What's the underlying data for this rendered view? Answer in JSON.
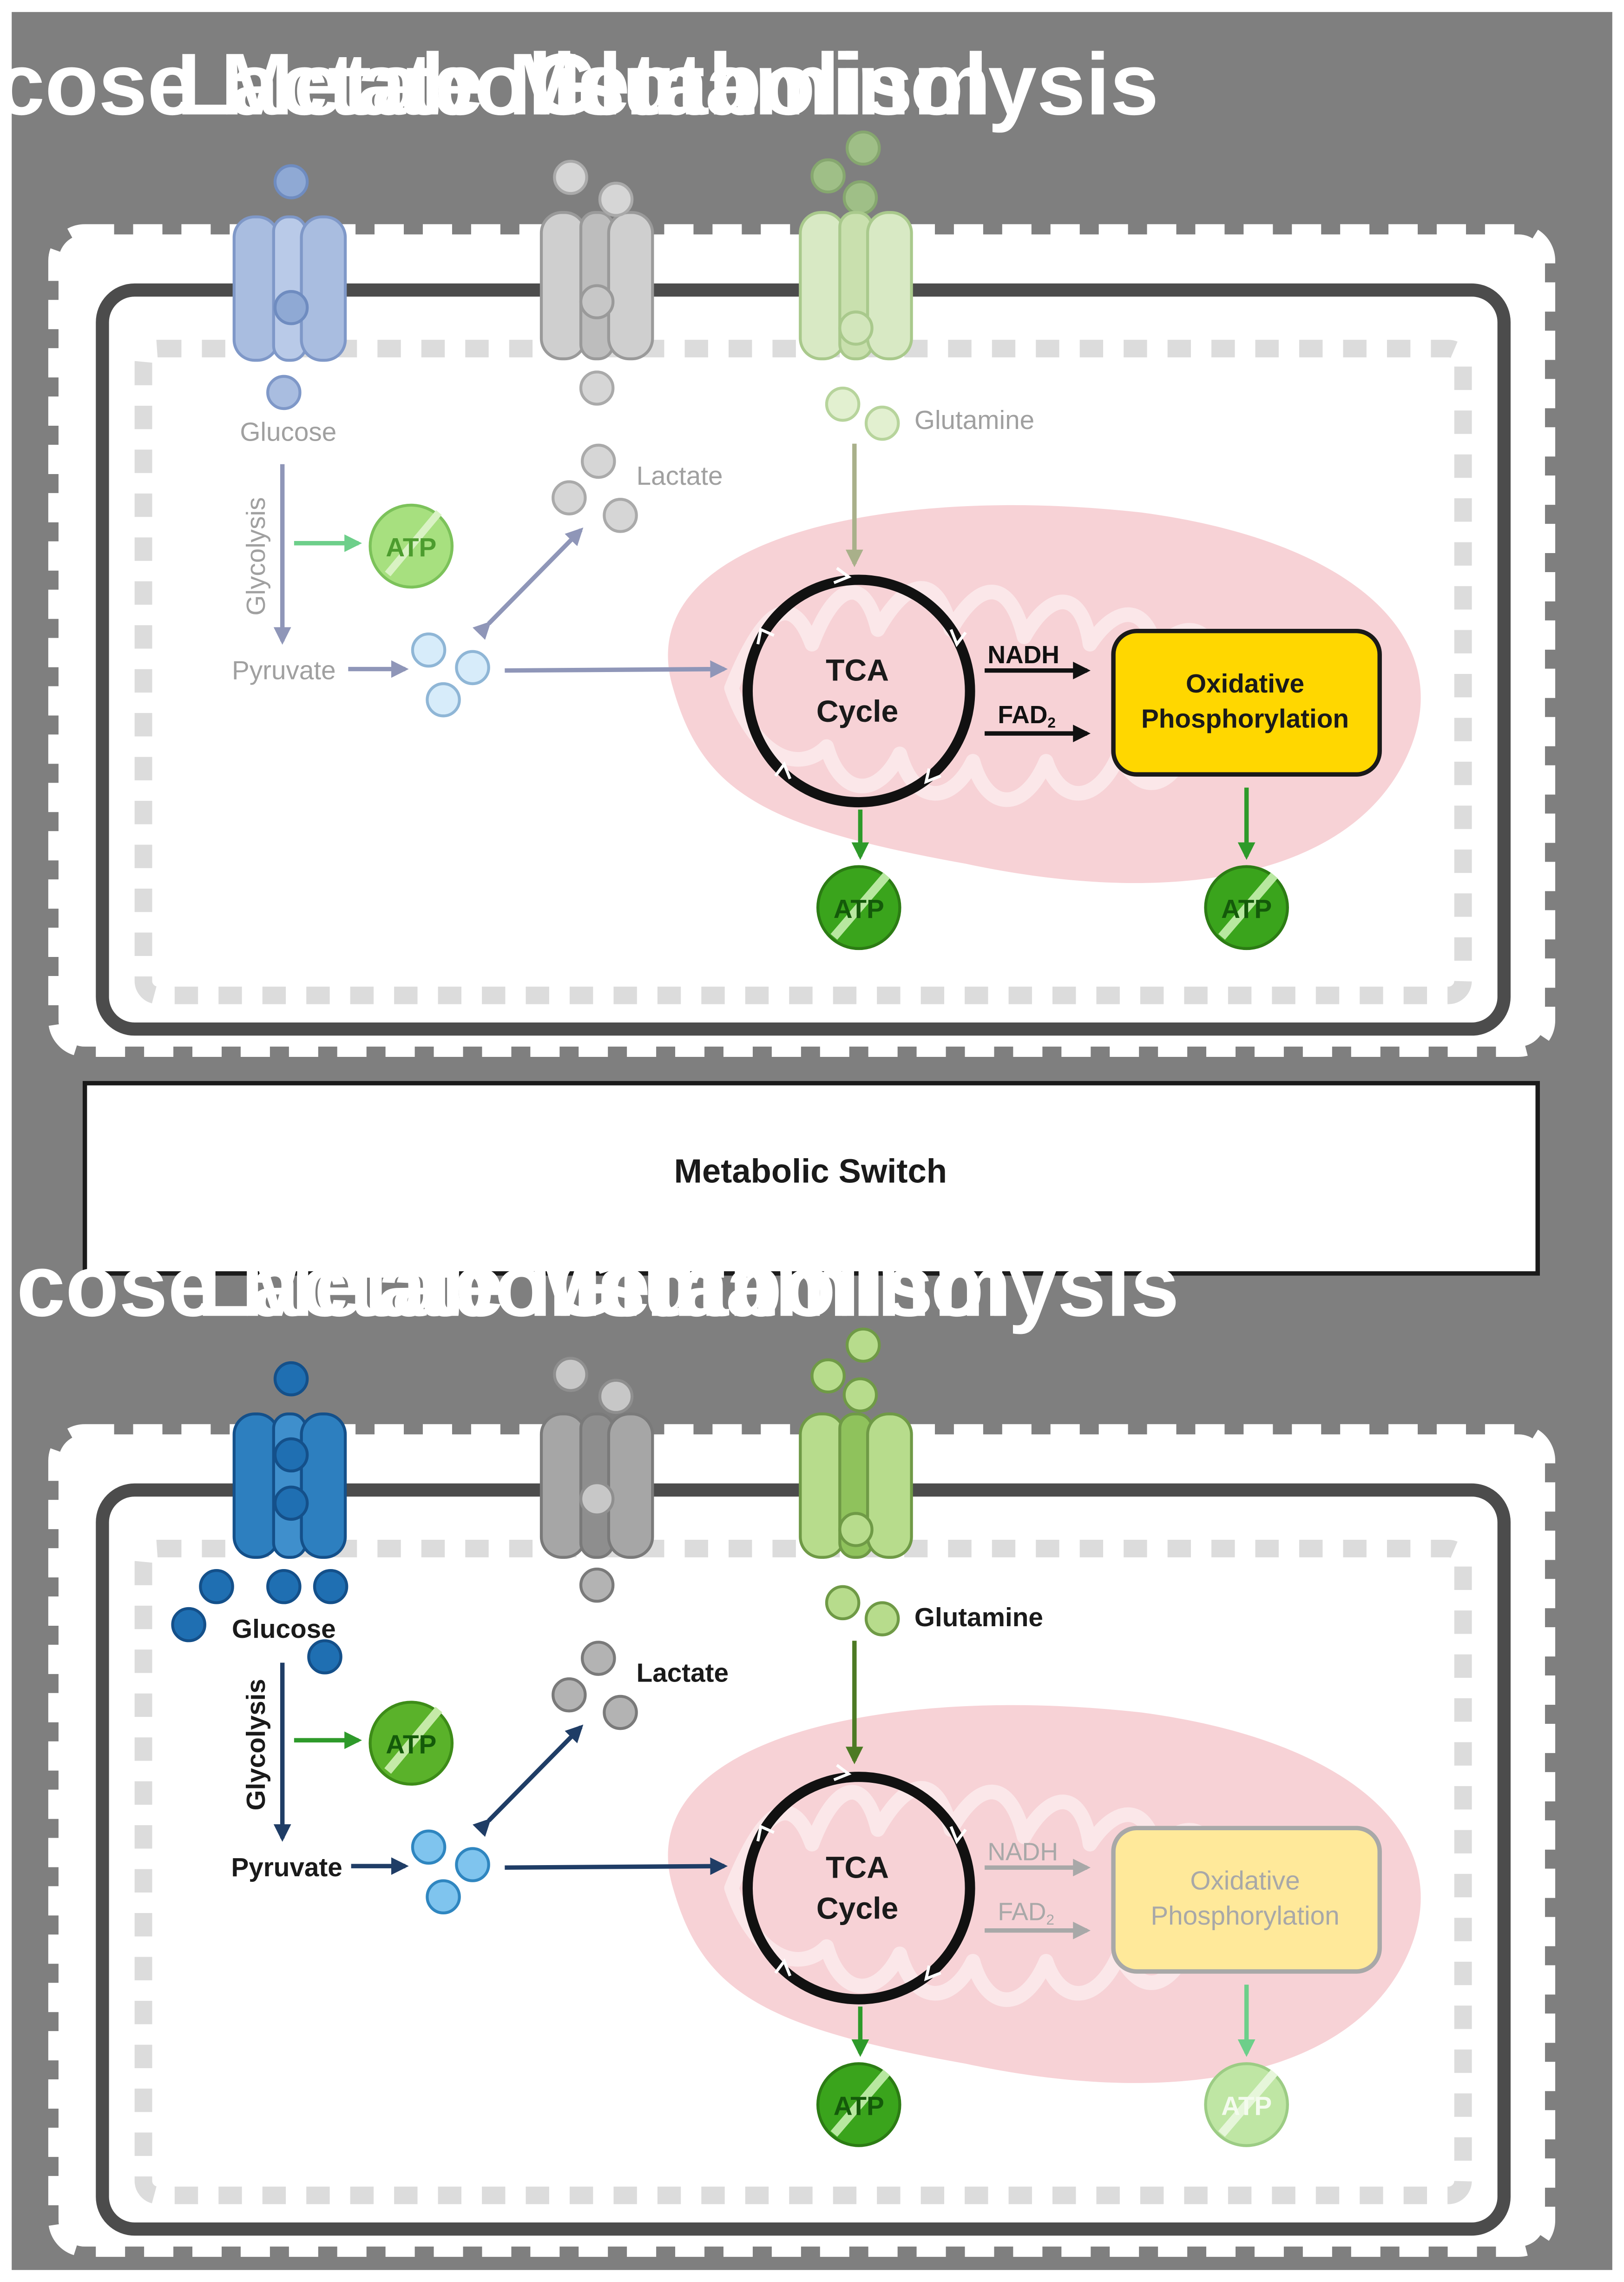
{
  "switch_label": "Metabolic Switch",
  "top": {
    "headers": [
      "Glucose Metabolism",
      "Lactate Metabolism",
      "Glutaminolysis"
    ],
    "glucose": "Glucose",
    "glycolysis": "Glycolysis",
    "pyruvate": "Pyruvate",
    "lactate": "Lactate",
    "glutamine": "Glutamine",
    "tca_line1": "TCA",
    "tca_line2": "Cycle",
    "nadh": "NADH",
    "fad": "FAD",
    "fad_sub": "2",
    "oxphos_line1": "Oxidative",
    "oxphos_line2": "Phosphorylation",
    "atp": "ATP"
  },
  "bottom": {
    "headers": [
      "Glucose Metabolism",
      "Lactate Metabolism",
      "Glutaminolysis"
    ],
    "glucose": "Glucose",
    "glycolysis": "Glycolysis",
    "pyruvate": "Pyruvate",
    "lactate": "Lactate",
    "glutamine": "Glutamine",
    "tca_line1": "TCA",
    "tca_line2": "Cycle",
    "nadh": "NADH",
    "fad": "FAD",
    "fad_sub": "2",
    "oxphos_line1": "Oxidative",
    "oxphos_line2": "Phosphorylation",
    "atp": "ATP"
  },
  "colors": {
    "background": "#7f7f7f",
    "glucose_faded": "#8fa9d4",
    "glucose_active": "#1f6fb2",
    "lactate_gray": "#9a9a9a",
    "glutamine_green": "#a9cf7c",
    "pyruvate_blue": "#9fd2f2",
    "atp_green": "#3aa41c",
    "oxphos_yellow": "#ffd700",
    "mitochondrion_pink": "#f4c3c8"
  }
}
